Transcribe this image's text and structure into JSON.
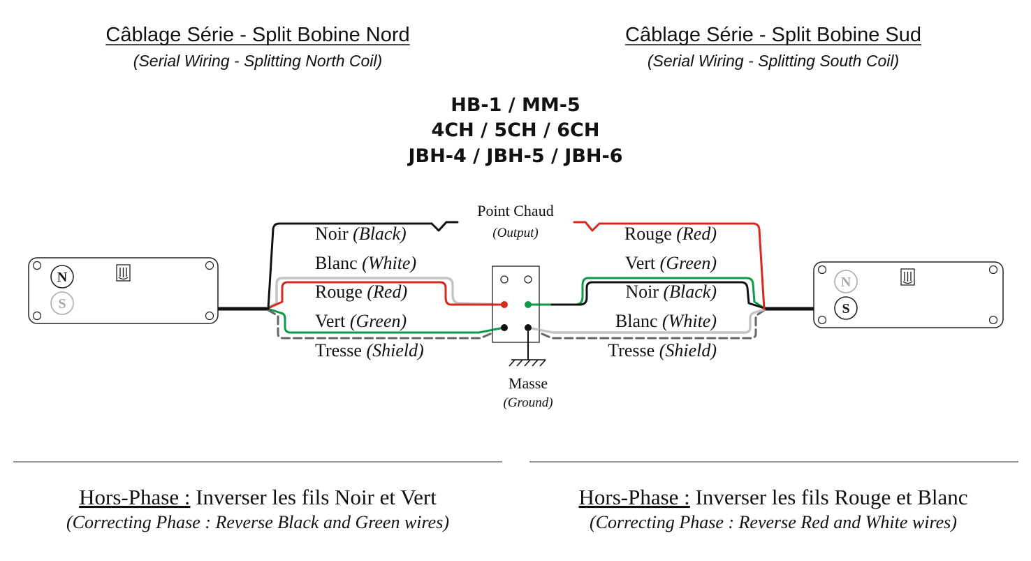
{
  "left": {
    "title": "Câblage Série - Split Bobine Nord",
    "subtitle": "(Serial Wiring - Splitting North Coil)",
    "wires": [
      {
        "fr": "Noir",
        "en": "(Black)"
      },
      {
        "fr": "Blanc",
        "en": "(White)"
      },
      {
        "fr": "Rouge",
        "en": "(Red)"
      },
      {
        "fr": "Vert",
        "en": "(Green)"
      },
      {
        "fr": "Tresse",
        "en": "(Shield)"
      }
    ],
    "footer_label": "Hors-Phase :",
    "footer_text": " Inverser les fils Noir et Vert",
    "footer_sub": "(Correcting Phase : Reverse Black and Green wires)"
  },
  "right": {
    "title": "Câblage Série - Split Bobine Sud",
    "subtitle": "(Serial Wiring - Splitting South Coil)",
    "wires": [
      {
        "fr": "Rouge",
        "en": "(Red)"
      },
      {
        "fr": "Vert",
        "en": "(Green)"
      },
      {
        "fr": "Noir",
        "en": "(Black)"
      },
      {
        "fr": "Blanc",
        "en": "(White)"
      },
      {
        "fr": "Tresse",
        "en": "(Shield)"
      }
    ],
    "footer_label": "Hors-Phase :",
    "footer_text": " Inverser les fils Rouge et Blanc",
    "footer_sub": "(Correcting Phase : Reverse Red and White wires)"
  },
  "models": [
    "HB-1 / MM-5",
    "4CH / 5CH / 6CH",
    "JBH-4 / JBH-5 / JBH-6"
  ],
  "output_label": "Point Chaud",
  "output_sub": "(Output)",
  "ground_label": "Masse",
  "ground_sub": "(Ground)",
  "pickup_left": {
    "pole_active": "N",
    "pole_inactive": "S"
  },
  "pickup_right": {
    "pole_active": "S",
    "pole_inactive": "N"
  },
  "colors": {
    "black": "#111111",
    "white_wire": "#c4c4c4",
    "red": "#d42a1f",
    "green": "#0e9a48",
    "shield": "#666666",
    "inactive_pole": "#a8a8a8"
  }
}
